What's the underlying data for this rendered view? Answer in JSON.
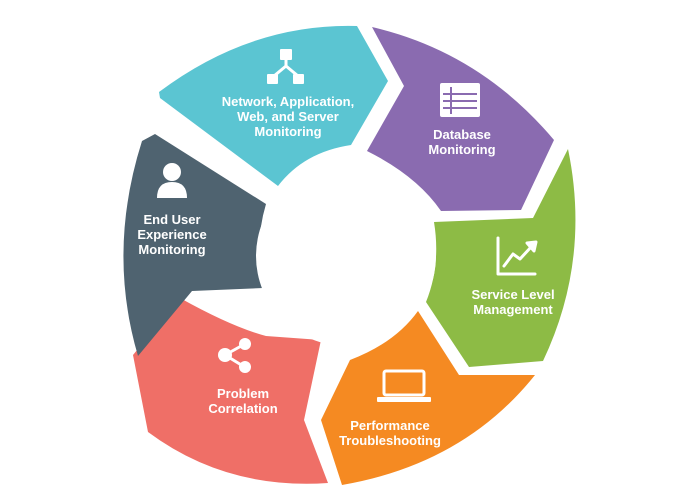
{
  "diagram": {
    "segments": [
      {
        "id": "network",
        "label": "Network, Application,\nWeb, and Server\nMonitoring",
        "color": "#5bc5d2",
        "icon": "hierarchy-network-icon"
      },
      {
        "id": "database",
        "label": "Database\nMonitoring",
        "color": "#8a6bb0",
        "icon": "database-table-icon"
      },
      {
        "id": "service",
        "label": "Service Level\nManagement",
        "color": "#8dbb45",
        "icon": "trending-chart-icon"
      },
      {
        "id": "performance",
        "label": "Performance\nTroubleshooting",
        "color": "#f58a22",
        "icon": "laptop-icon"
      },
      {
        "id": "problem",
        "label": "Problem\nCorrelation",
        "color": "#ef6f67",
        "icon": "share-nodes-icon"
      },
      {
        "id": "enduser",
        "label": "End User\nExperience\nMonitoring",
        "color": "#4f6370",
        "icon": "user-icon"
      }
    ]
  }
}
